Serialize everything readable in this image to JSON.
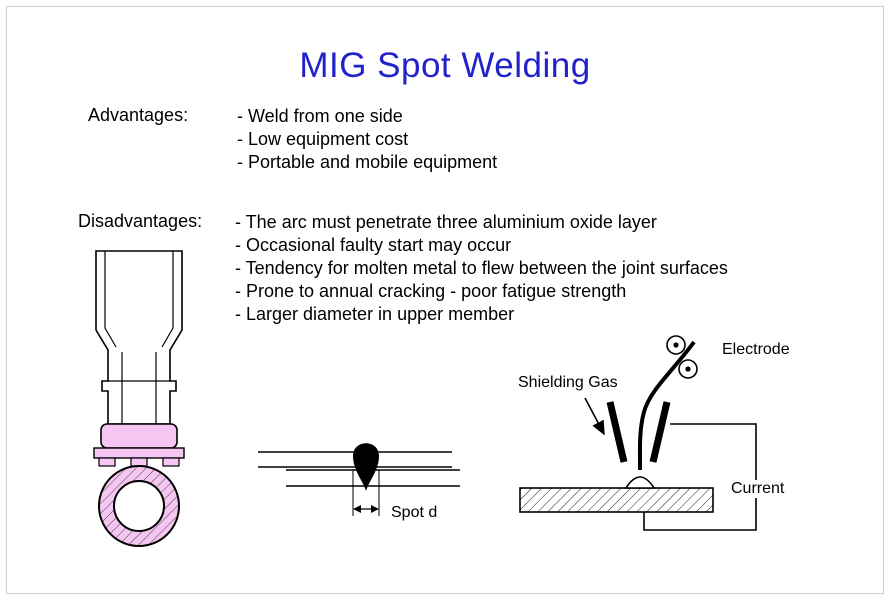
{
  "title": "MIG Spot Welding",
  "advantages": {
    "label": "Advantages:",
    "items": [
      "- Weld from one side",
      "- Low equipment cost",
      "- Portable and mobile equipment"
    ]
  },
  "disadvantages": {
    "label": "Disadvantages:",
    "items": [
      "- The arc must penetrate three aluminium oxide layer",
      "- Occasional faulty start may occur",
      "- Tendency for molten metal to flew between the joint surfaces",
      "- Prone to annual cracking - poor fatigue strength",
      "- Larger diameter in upper member"
    ]
  },
  "diagram_labels": {
    "shielding_gas": "Shielding Gas",
    "electrode": "Electrode",
    "current": "Current",
    "spot_d": "Spot d"
  },
  "colors": {
    "title_text": "#2222cc",
    "body_text": "#000000",
    "diagram_pink": "#f5c6f2",
    "background": "#ffffff"
  }
}
